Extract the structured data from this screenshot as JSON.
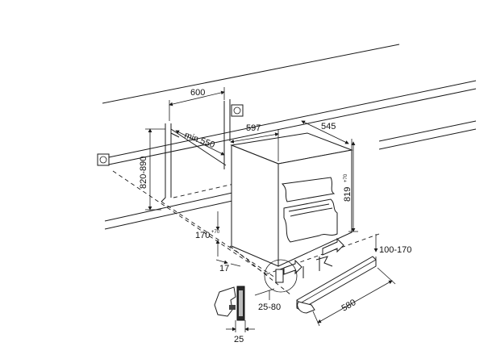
{
  "dimensions": {
    "niche_width": "600",
    "niche_min_depth": "min 550",
    "niche_height": "820-890",
    "appliance_width": "597",
    "appliance_depth": "545",
    "appliance_height": "819",
    "appliance_height_tol": "+70",
    "plinth_height": "170",
    "plinth_height_tol": "+70",
    "plinth_setback": "17",
    "adjust_range": "25-80",
    "plinth_range": "100-170",
    "plinth_length": "580",
    "panel_thickness": "25"
  }
}
